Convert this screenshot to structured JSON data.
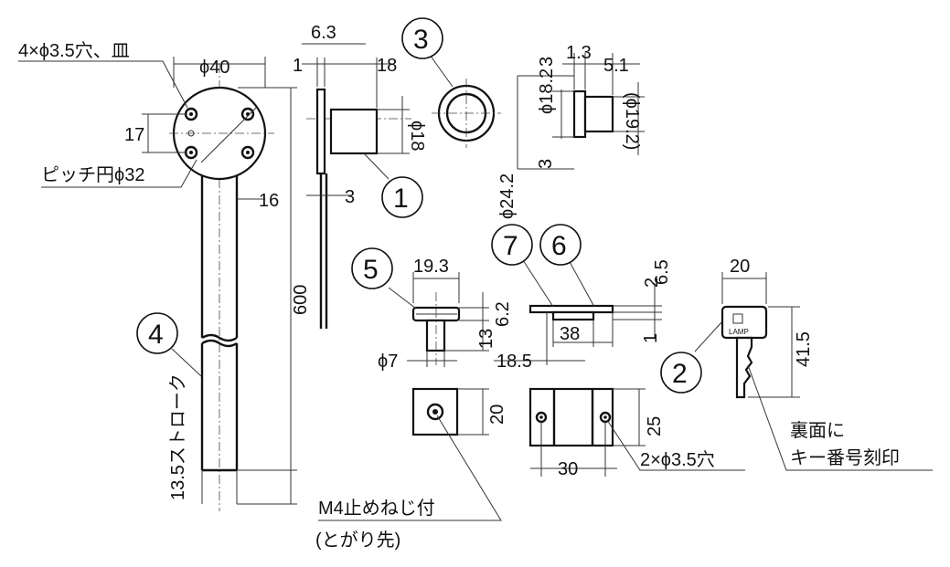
{
  "labels": {
    "holes_top": "4×ϕ3.5穴、皿",
    "dia40": "ϕ40",
    "dim17": "17",
    "pitch": "ピッチ円ϕ32",
    "dim16": "16",
    "dim600": "600",
    "stroke": "13.5ストローク",
    "dim63": "6.3",
    "dim1a": "1",
    "dim18": "18",
    "dia18": "ϕ18",
    "dim3a": "3",
    "dim13": "1.3",
    "dim3b": "3",
    "dim51": "5.1",
    "dia182": "ϕ18.2",
    "dia192": "(ϕ19.2)",
    "dim3c": "3",
    "dia242": "ϕ24.2",
    "dim193": "19.3",
    "dim62": "6.2",
    "dim13b": "13",
    "dia7": "ϕ7",
    "dim2": "2",
    "dim65": "6.5",
    "dim38": "38",
    "dim1b": "1",
    "dim185": "18.5",
    "dim20a": "20",
    "dim415": "41.5",
    "dim20b": "20",
    "dim25": "25",
    "dim30": "30",
    "holes_bottom": "2×ϕ3.5穴",
    "m4": "M4止めねじ付",
    "tip": "(とがり先)",
    "key_note1": "裏面に",
    "key_note2": "キー番号刻印",
    "key_brand": "LAMP"
  },
  "callouts": {
    "c1": "1",
    "c2": "2",
    "c3": "3",
    "c4": "4",
    "c5": "5",
    "c6": "6",
    "c7": "7"
  }
}
